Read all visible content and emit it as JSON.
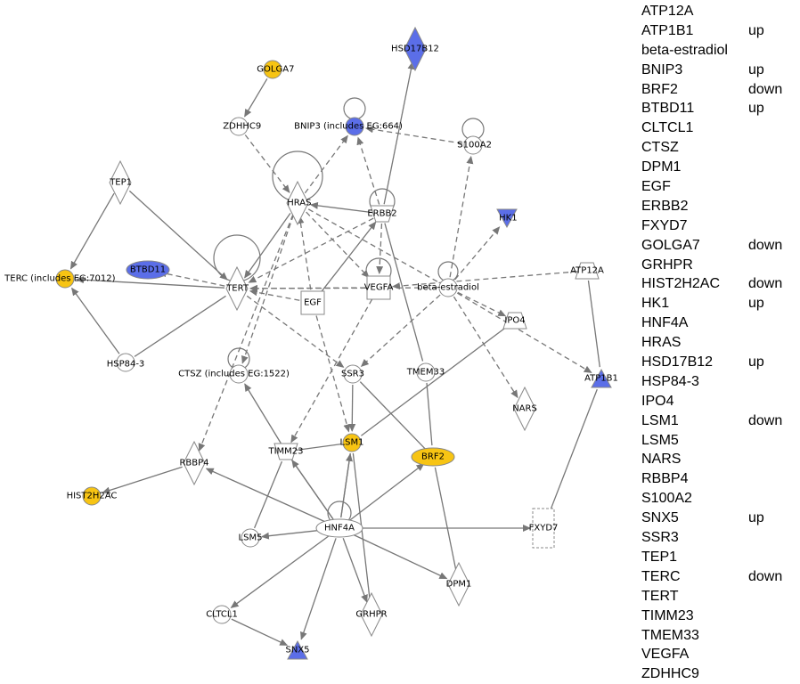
{
  "colors": {
    "up": "#5b6ee8",
    "down": "#f7c413",
    "neutral": "#ffffff",
    "edge": "#777777"
  },
  "nodes": [
    {
      "id": "GOLGA7",
      "label": "GOLGA7",
      "shape": "circle",
      "reg": "down"
    },
    {
      "id": "HSD17B12",
      "label": "HSD17B12",
      "shape": "diamond",
      "reg": "up"
    },
    {
      "id": "ZDHHC9",
      "label": "ZDHHC9",
      "shape": "circle",
      "reg": "none"
    },
    {
      "id": "BNIP3",
      "label": "BNIP3 (includes EG:664)",
      "shape": "circle",
      "reg": "up"
    },
    {
      "id": "S100A2",
      "label": "S100A2",
      "shape": "circle",
      "reg": "none"
    },
    {
      "id": "TEP1",
      "label": "TEP1",
      "shape": "diamond",
      "reg": "none"
    },
    {
      "id": "HRAS",
      "label": "HRAS",
      "shape": "diamond",
      "reg": "none"
    },
    {
      "id": "ERBB2",
      "label": "ERBB2",
      "shape": "trapezoid-down",
      "reg": "none"
    },
    {
      "id": "HK1",
      "label": "HK1",
      "shape": "triangle-down",
      "reg": "up"
    },
    {
      "id": "TERC",
      "label": "TERC (includes EG:7012)",
      "shape": "circle",
      "reg": "down"
    },
    {
      "id": "BTBD11",
      "label": "BTBD11",
      "shape": "ellipse",
      "reg": "up"
    },
    {
      "id": "TERT",
      "label": "TERT",
      "shape": "diamond",
      "reg": "none"
    },
    {
      "id": "EGF",
      "label": "EGF",
      "shape": "square",
      "reg": "none"
    },
    {
      "id": "VEGFA",
      "label": "VEGFA",
      "shape": "square",
      "reg": "none"
    },
    {
      "id": "beta-estradiol",
      "label": "beta-estradiol",
      "shape": "circle",
      "reg": "none"
    },
    {
      "id": "ATP12A",
      "label": "ATP12A",
      "shape": "trapezoid-up",
      "reg": "none"
    },
    {
      "id": "IPO4",
      "label": "IPO4",
      "shape": "trapezoid-up",
      "reg": "none"
    },
    {
      "id": "HSP84-3",
      "label": "HSP84-3",
      "shape": "circle",
      "reg": "none"
    },
    {
      "id": "CTSZ",
      "label": "CTSZ (includes EG:1522)",
      "shape": "circle",
      "reg": "none"
    },
    {
      "id": "SSR3",
      "label": "SSR3",
      "shape": "circle",
      "reg": "none"
    },
    {
      "id": "TMEM33",
      "label": "TMEM33",
      "shape": "circle",
      "reg": "none"
    },
    {
      "id": "ATP1B1",
      "label": "ATP1B1",
      "shape": "triangle-up",
      "reg": "up"
    },
    {
      "id": "NARS",
      "label": "NARS",
      "shape": "diamond",
      "reg": "none"
    },
    {
      "id": "TIMM23",
      "label": "TIMM23",
      "shape": "trapezoid-down",
      "reg": "none"
    },
    {
      "id": "LSM1",
      "label": "LSM1",
      "shape": "circle",
      "reg": "down"
    },
    {
      "id": "BRF2",
      "label": "BRF2",
      "shape": "ellipse",
      "reg": "down"
    },
    {
      "id": "RBBP4",
      "label": "RBBP4",
      "shape": "diamond",
      "reg": "none"
    },
    {
      "id": "HIST2H2AC",
      "label": "HIST2H2AC",
      "shape": "circle",
      "reg": "down"
    },
    {
      "id": "HNF4A",
      "label": "HNF4A",
      "shape": "ellipse",
      "reg": "none"
    },
    {
      "id": "LSM5",
      "label": "LSM5",
      "shape": "circle",
      "reg": "none"
    },
    {
      "id": "FXYD7",
      "label": "FXYD7",
      "shape": "rect-dashed",
      "reg": "none"
    },
    {
      "id": "DPM1",
      "label": "DPM1",
      "shape": "diamond",
      "reg": "none"
    },
    {
      "id": "CLTCL1",
      "label": "CLTCL1",
      "shape": "circle",
      "reg": "none"
    },
    {
      "id": "GRHPR",
      "label": "GRHPR",
      "shape": "diamond",
      "reg": "none"
    },
    {
      "id": "SNX5",
      "label": "SNX5",
      "shape": "triangle-up",
      "reg": "up"
    }
  ],
  "self_loops": [
    "BNIP3",
    "S100A2",
    "HRAS",
    "ERBB2",
    "TERT",
    "VEGFA",
    "CTSZ",
    "HNF4A",
    "beta-estradiol"
  ],
  "edges": [
    {
      "from": "GOLGA7",
      "to": "ZDHHC9",
      "style": "solid",
      "arrow": true
    },
    {
      "from": "ERBB2",
      "to": "HSD17B12",
      "style": "solid",
      "arrow": true
    },
    {
      "from": "ZDHHC9",
      "to": "HRAS",
      "style": "dashed",
      "arrow": true
    },
    {
      "from": "HRAS",
      "to": "BNIP3",
      "style": "dashed",
      "arrow": true
    },
    {
      "from": "ERBB2",
      "to": "BNIP3",
      "style": "dashed",
      "arrow": true
    },
    {
      "from": "S100A2",
      "to": "BNIP3",
      "style": "dashed",
      "arrow": true
    },
    {
      "from": "beta-estradiol",
      "to": "S100A2",
      "style": "dashed",
      "arrow": true
    },
    {
      "from": "beta-estradiol",
      "to": "HK1",
      "style": "dashed",
      "arrow": true
    },
    {
      "from": "ERBB2",
      "to": "HRAS",
      "style": "solid",
      "arrow": true
    },
    {
      "from": "TEP1",
      "to": "TERT",
      "style": "solid",
      "arrow": true
    },
    {
      "from": "TEP1",
      "to": "TERC",
      "style": "solid",
      "arrow": true
    },
    {
      "from": "TERT",
      "to": "TERC",
      "style": "solid",
      "arrow": true
    },
    {
      "from": "TERT",
      "to": "BTBD11",
      "style": "dashed",
      "arrow": true
    },
    {
      "from": "HSP84-3",
      "to": "TERC",
      "style": "solid",
      "arrow": true
    },
    {
      "from": "HSP84-3",
      "to": "TERT",
      "style": "solid",
      "arrow": false
    },
    {
      "from": "HRAS",
      "to": "TERT",
      "style": "solid",
      "arrow": true
    },
    {
      "from": "ERBB2",
      "to": "TERT",
      "style": "dashed",
      "arrow": true
    },
    {
      "from": "EGF",
      "to": "TERT",
      "style": "dashed",
      "arrow": true
    },
    {
      "from": "VEGFA",
      "to": "TERT",
      "style": "dashed",
      "arrow": true
    },
    {
      "from": "beta-estradiol",
      "to": "TERT",
      "style": "dashed",
      "arrow": true
    },
    {
      "from": "EGF",
      "to": "ERBB2",
      "style": "solid",
      "arrow": true
    },
    {
      "from": "EGF",
      "to": "HRAS",
      "style": "dashed",
      "arrow": true
    },
    {
      "from": "HRAS",
      "to": "VEGFA",
      "style": "dashed",
      "arrow": true
    },
    {
      "from": "ERBB2",
      "to": "VEGFA",
      "style": "dashed",
      "arrow": true
    },
    {
      "from": "HRAS",
      "to": "beta-estradiol",
      "style": "dashed",
      "arrow": false
    },
    {
      "from": "ATP12A",
      "to": "VEGFA",
      "style": "dashed",
      "arrow": true
    },
    {
      "from": "ATP12A",
      "to": "ATP1B1",
      "style": "solid",
      "arrow": false
    },
    {
      "from": "beta-estradiol",
      "to": "IPO4",
      "style": "dashed",
      "arrow": true
    },
    {
      "from": "beta-estradiol",
      "to": "ATP1B1",
      "style": "dashed",
      "arrow": true
    },
    {
      "from": "beta-estradiol",
      "to": "NARS",
      "style": "dashed",
      "arrow": true
    },
    {
      "from": "beta-estradiol",
      "to": "SSR3",
      "style": "dashed",
      "arrow": true
    },
    {
      "from": "ERBB2",
      "to": "TMEM33",
      "style": "solid",
      "arrow": false
    },
    {
      "from": "TERT",
      "to": "SSR3",
      "style": "dashed",
      "arrow": true
    },
    {
      "from": "HRAS",
      "to": "CTSZ",
      "style": "dashed",
      "arrow": true
    },
    {
      "from": "HRAS",
      "to": "RBBP4",
      "style": "dashed",
      "arrow": true
    },
    {
      "from": "VEGFA",
      "to": "TIMM23",
      "style": "dashed",
      "arrow": true
    },
    {
      "from": "EGF",
      "to": "LSM1",
      "style": "dashed",
      "arrow": true
    },
    {
      "from": "SSR3",
      "to": "LSM1",
      "style": "solid",
      "arrow": true
    },
    {
      "from": "SSR3",
      "to": "BRF2",
      "style": "solid",
      "arrow": false
    },
    {
      "from": "IPO4",
      "to": "LSM1",
      "style": "solid",
      "arrow": false
    },
    {
      "from": "TMEM33",
      "to": "BRF2",
      "style": "solid",
      "arrow": false
    },
    {
      "from": "TIMM23",
      "to": "CTSZ",
      "style": "solid",
      "arrow": true
    },
    {
      "from": "LSM1",
      "to": "TIMM23",
      "style": "solid",
      "arrow": false
    },
    {
      "from": "LSM1",
      "to": "HNF4A",
      "style": "solid",
      "arrow": false
    },
    {
      "from": "LSM1",
      "to": "GRHPR",
      "style": "solid",
      "arrow": false
    },
    {
      "from": "TIMM23",
      "to": "HNF4A",
      "style": "solid",
      "arrow": false
    },
    {
      "from": "RBBP4",
      "to": "HIST2H2AC",
      "style": "solid",
      "arrow": true
    },
    {
      "from": "HNF4A",
      "to": "RBBP4",
      "style": "solid",
      "arrow": true
    },
    {
      "from": "HNF4A",
      "to": "TIMM23",
      "style": "solid",
      "arrow": true
    },
    {
      "from": "HNF4A",
      "to": "LSM1",
      "style": "solid",
      "arrow": true
    },
    {
      "from": "HNF4A",
      "to": "BRF2",
      "style": "solid",
      "arrow": true
    },
    {
      "from": "HNF4A",
      "to": "LSM5",
      "style": "solid",
      "arrow": true
    },
    {
      "from": "HNF4A",
      "to": "FXYD7",
      "style": "solid",
      "arrow": true
    },
    {
      "from": "HNF4A",
      "to": "DPM1",
      "style": "solid",
      "arrow": true
    },
    {
      "from": "HNF4A",
      "to": "CLTCL1",
      "style": "solid",
      "arrow": true
    },
    {
      "from": "HNF4A",
      "to": "SNX5",
      "style": "solid",
      "arrow": true
    },
    {
      "from": "HNF4A",
      "to": "GRHPR",
      "style": "solid",
      "arrow": true
    },
    {
      "from": "LSM5",
      "to": "TIMM23",
      "style": "solid",
      "arrow": false
    },
    {
      "from": "CLTCL1",
      "to": "SNX5",
      "style": "solid",
      "arrow": true
    },
    {
      "from": "BRF2",
      "to": "DPM1",
      "style": "solid",
      "arrow": false
    },
    {
      "from": "FXYD7",
      "to": "ATP1B1",
      "style": "solid",
      "arrow": false
    }
  ],
  "legend": [
    {
      "gene": "ATP12A",
      "reg": ""
    },
    {
      "gene": "ATP1B1",
      "reg": "up"
    },
    {
      "gene": "beta-estradiol",
      "reg": ""
    },
    {
      "gene": "BNIP3",
      "reg": "up"
    },
    {
      "gene": "BRF2",
      "reg": "down"
    },
    {
      "gene": "BTBD11",
      "reg": "up"
    },
    {
      "gene": "CLTCL1",
      "reg": ""
    },
    {
      "gene": "CTSZ",
      "reg": ""
    },
    {
      "gene": "DPM1",
      "reg": ""
    },
    {
      "gene": "EGF",
      "reg": ""
    },
    {
      "gene": "ERBB2",
      "reg": ""
    },
    {
      "gene": "FXYD7",
      "reg": ""
    },
    {
      "gene": "GOLGA7",
      "reg": "down"
    },
    {
      "gene": "GRHPR",
      "reg": ""
    },
    {
      "gene": "HIST2H2AC",
      "reg": "down"
    },
    {
      "gene": "HK1",
      "reg": "up"
    },
    {
      "gene": "HNF4A",
      "reg": ""
    },
    {
      "gene": "HRAS",
      "reg": ""
    },
    {
      "gene": "HSD17B12",
      "reg": "up"
    },
    {
      "gene": "HSP84-3",
      "reg": ""
    },
    {
      "gene": "IPO4",
      "reg": ""
    },
    {
      "gene": "LSM1",
      "reg": "down"
    },
    {
      "gene": "LSM5",
      "reg": ""
    },
    {
      "gene": "NARS",
      "reg": ""
    },
    {
      "gene": "RBBP4",
      "reg": ""
    },
    {
      "gene": "S100A2",
      "reg": ""
    },
    {
      "gene": "SNX5",
      "reg": "up"
    },
    {
      "gene": "SSR3",
      "reg": ""
    },
    {
      "gene": "TEP1",
      "reg": ""
    },
    {
      "gene": "TERC",
      "reg": "down"
    },
    {
      "gene": "TERT",
      "reg": ""
    },
    {
      "gene": "TIMM23",
      "reg": ""
    },
    {
      "gene": "TMEM33",
      "reg": ""
    },
    {
      "gene": "VEGFA",
      "reg": ""
    },
    {
      "gene": "ZDHHC9",
      "reg": ""
    }
  ]
}
